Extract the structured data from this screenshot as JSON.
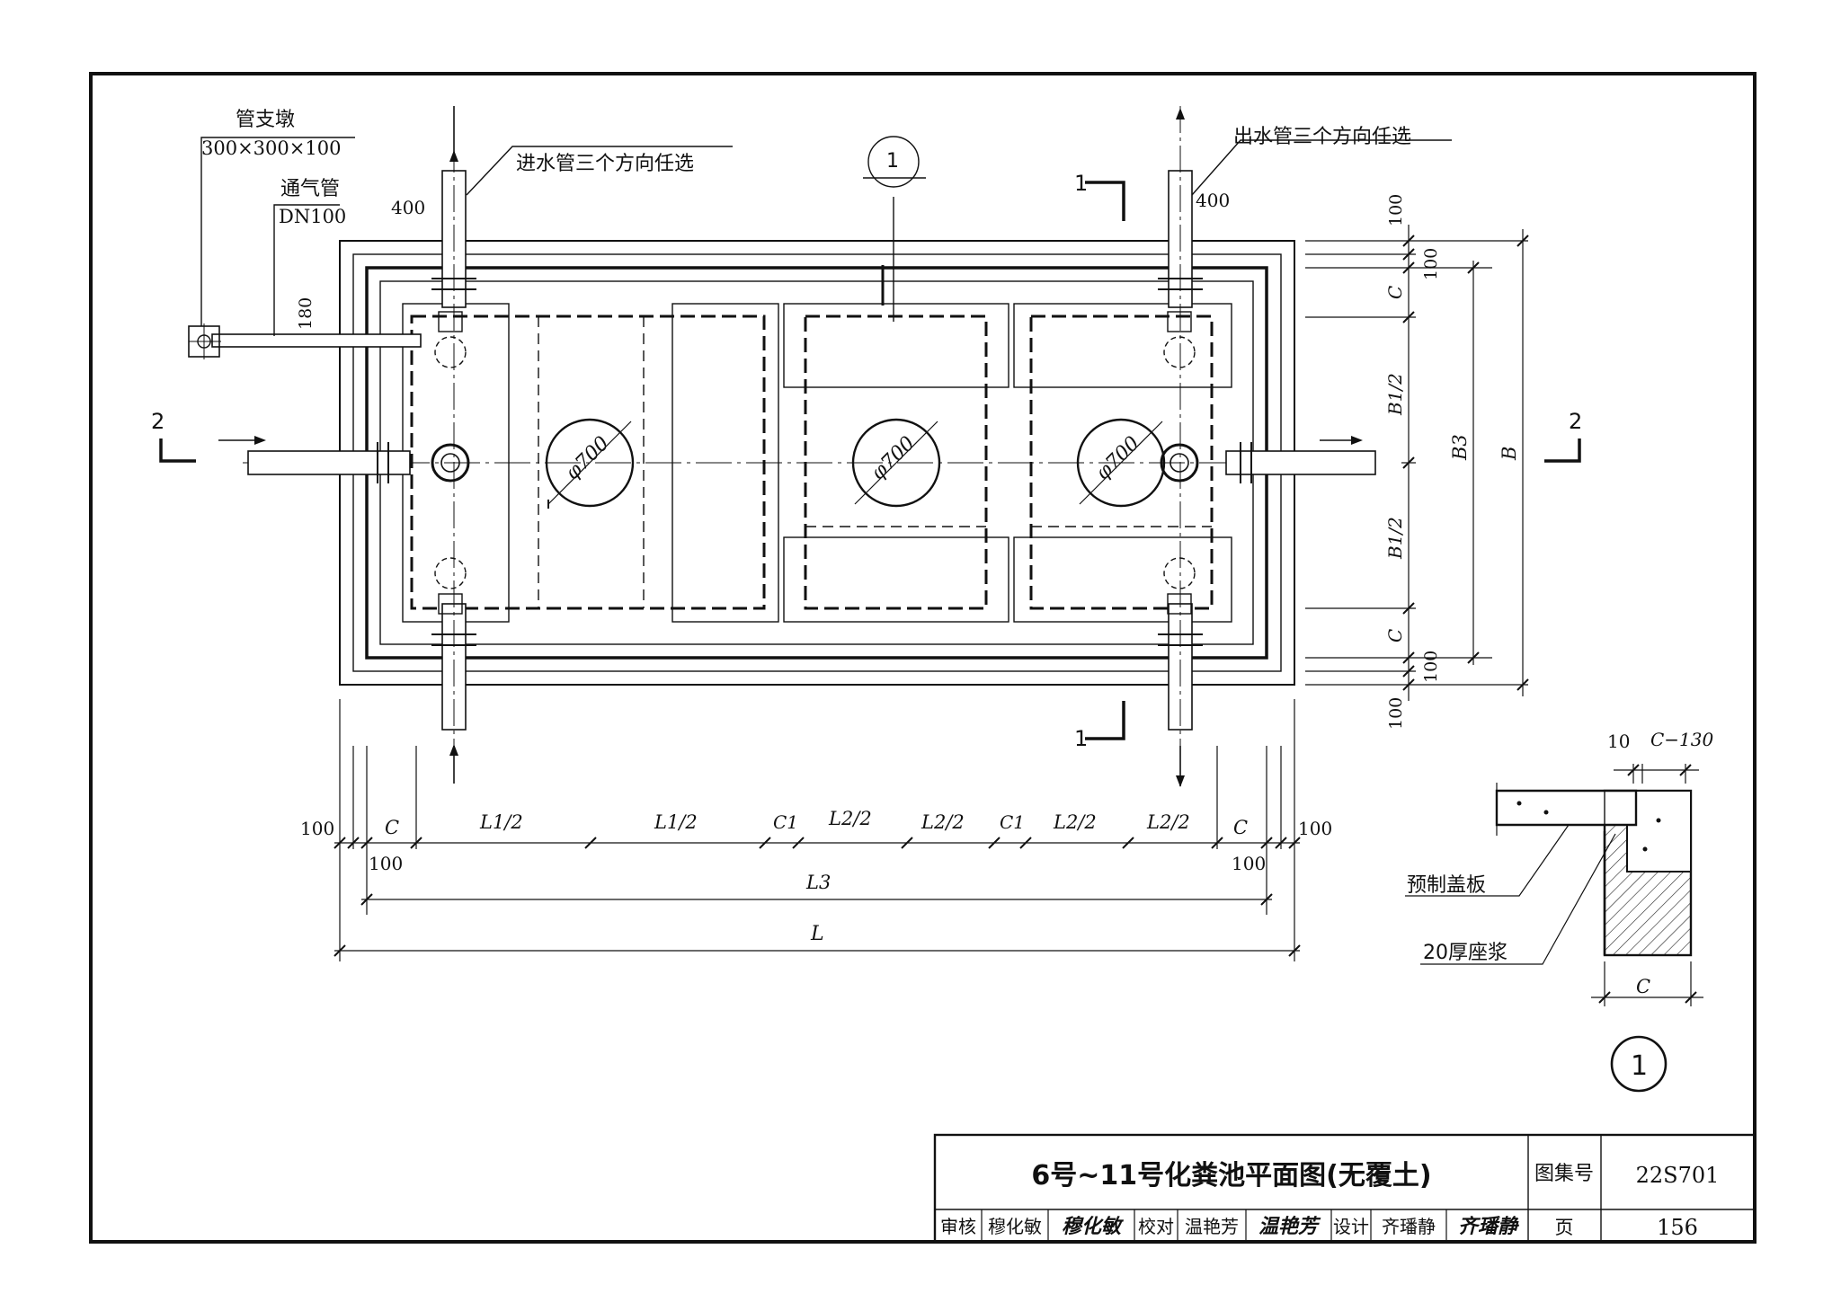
{
  "labels": {
    "pier_title": "管支墩",
    "pier_size": "300×300×100",
    "vent_title": "通气管",
    "vent_size": "DN100",
    "inlet_note": "进水管三个方向任选",
    "outlet_note": "出水管三个方向任选",
    "dim_400_left": "400",
    "dim_400_right": "400",
    "dim_180": "180",
    "manhole_1": "φ700",
    "manhole_2": "φ700",
    "manhole_3": "φ700",
    "detail_ref_num": "1",
    "section_1_top": "1",
    "section_1_bottom": "1",
    "section_2_left": "2",
    "section_2_right": "2"
  },
  "right_dims": {
    "d100_top_outer": "100",
    "d100_top_inner": "100",
    "c_top": "C",
    "b1_half_top": "B1/2",
    "b1_half_bottom": "B1/2",
    "c_bottom": "C",
    "d100_bottom_inner": "100",
    "d100_bottom_outer": "100",
    "b3": "B3",
    "b": "B"
  },
  "bottom_dims": {
    "d100_left": "100",
    "c_left": "C",
    "l1_half_a": "L1/2",
    "l1_half_b": "L1/2",
    "c1_a": "C1",
    "l2_half_a": "L2/2",
    "l2_half_b": "L2/2",
    "c1_b": "C1",
    "l2_half_c": "L2/2",
    "l2_half_d": "L2/2",
    "c_right": "C",
    "d100_right": "100",
    "d100_inner_left": "100",
    "d100_inner_right": "100",
    "l3": "L3",
    "l": "L"
  },
  "detail": {
    "dim_10": "10",
    "dim_c130": "C−130",
    "precast_cover": "预制盖板",
    "mortar_bed": "20厚座浆",
    "dim_c": "C",
    "detail_number": "1"
  },
  "title_block": {
    "title": "6号~11号化粪池平面图(无覆土)",
    "atlas_label": "图集号",
    "atlas_number": "22S701",
    "reviewer_role": "审核",
    "reviewer_name": "穆化敏",
    "reviewer_signature": "穆化敏",
    "checker_role": "校对",
    "checker_name": "温艳芳",
    "checker_signature": "温艳芳",
    "designer_role": "设计",
    "designer_name": "齐璠静",
    "designer_signature": "齐璠静",
    "page_label": "页",
    "page_number": "156"
  }
}
